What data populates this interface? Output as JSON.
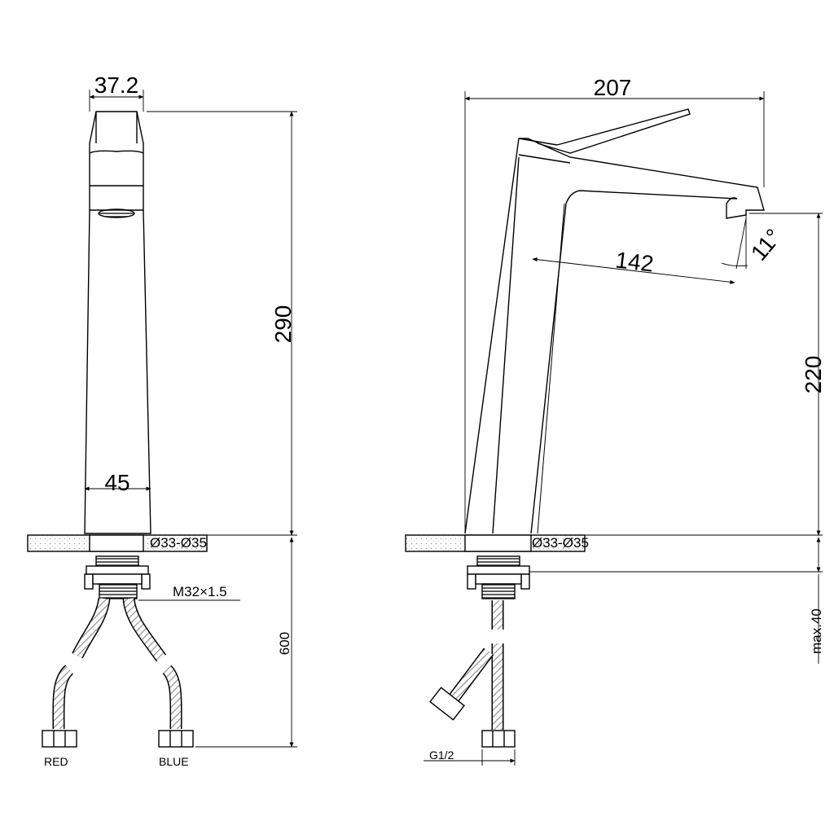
{
  "front_view": {
    "top_width": "37.2",
    "height": "290",
    "base_width": "45",
    "hole_diameter": "Ø33-Ø35",
    "thread": "M32×1.5",
    "hose_length": "600",
    "hose_left": "RED",
    "hose_right": "BLUE"
  },
  "side_view": {
    "total_reach": "207",
    "spout_reach": "142",
    "angle": "11°",
    "spout_height": "220",
    "hole_diameter": "Ø33-Ø35",
    "deck_thickness": "max.40",
    "connection": "G1/2"
  },
  "colors": {
    "line": "#000000",
    "hose": "#777777",
    "deck": "#999999"
  }
}
